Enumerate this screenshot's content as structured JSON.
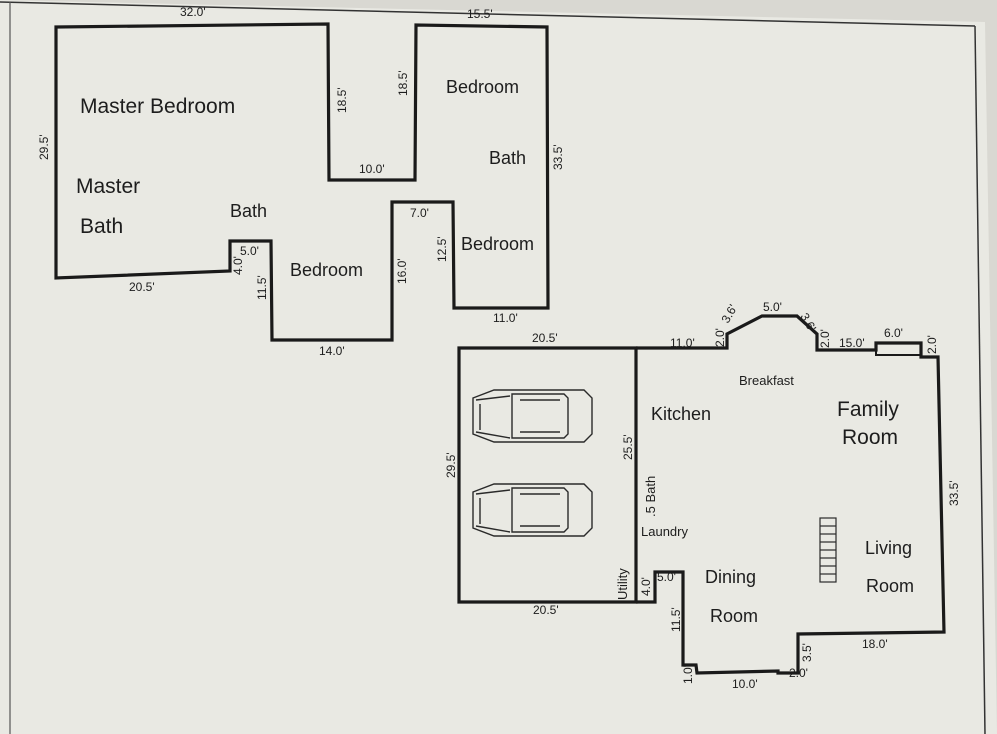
{
  "upper_floor": {
    "rooms": {
      "master_bedroom": "Master Bedroom",
      "master_bath_1": "Master",
      "master_bath_2": "Bath",
      "bath_hall": "Bath",
      "bedroom_top_right": "Bedroom",
      "bath_right": "Bath",
      "bedroom_mid_right": "Bedroom",
      "bedroom_center": "Bedroom"
    },
    "dims": {
      "top_left": "32.0'",
      "top_right": "15.5'",
      "left_side": "29.5'",
      "notch_left": "18.5'",
      "notch_right": "18.5'",
      "notch_bottom": "10.0'",
      "right_side": "33.5'",
      "bottom_left": "20.5'",
      "small_step_h": "5.0'",
      "small_step_v": "4.0'",
      "center_left": "11.5'",
      "center_bottom": "14.0'",
      "center_right": "16.0'",
      "inner_top": "7.0'",
      "inner_side": "12.5'",
      "bottom_right": "11.0'"
    }
  },
  "lower_floor": {
    "rooms": {
      "breakfast": "Breakfast",
      "kitchen": "Kitchen",
      "family_1": "Family",
      "family_2": "Room",
      "half_bath": ".5 Bath",
      "laundry": "Laundry",
      "utility": "Utility",
      "dining_1": "Dining",
      "dining_2": "Room",
      "living_1": "Living",
      "living_2": "Room"
    },
    "dims": {
      "garage_top": "20.5'",
      "garage_left": "29.5'",
      "garage_bottom": "20.5'",
      "kitchen_side": "25.5'",
      "top_a": "11.0'",
      "bay_a_v": "2.0'",
      "bay_a_d": "3.6'",
      "bay_top": "5.0'",
      "bay_b_d": "3.6'",
      "bay_b_v": "2.0'",
      "top_b": "15.0'",
      "fireplace": "6.0'",
      "top_c_v": "2.0'",
      "right_side": "33.5'",
      "bottom_right": "18.0'",
      "step_v": "3.5'",
      "step_h": "2.0'",
      "dining_bottom": "10.0'",
      "dining_corner_v": "1.0'",
      "dining_left": "11.5'",
      "utility_h": "5.0'",
      "utility_v": "4.0'"
    }
  },
  "colors": {
    "paper": "#e9e9e3",
    "wall": "#1a1a1a",
    "text": "#1d1d1d"
  }
}
